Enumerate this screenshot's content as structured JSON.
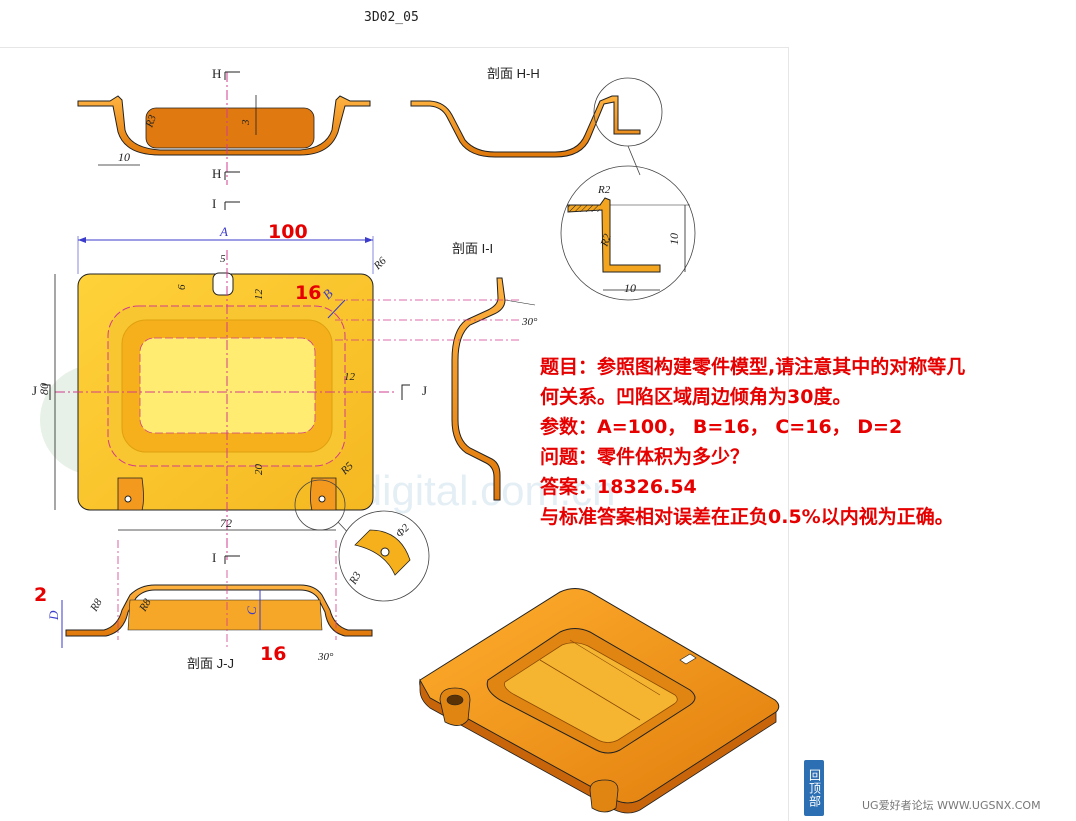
{
  "title": "3D02_05",
  "section_labels": {
    "hh": "剖面 H-H",
    "ii": "剖面 I-I",
    "jj": "剖面 J-J"
  },
  "cut_marks": {
    "h": "H",
    "i": "I",
    "j": "J"
  },
  "dimensions": {
    "a": "A",
    "b": "B",
    "c": "C",
    "d": "D",
    "r3": "R3",
    "three": "3",
    "ten": "10",
    "r2": "R2",
    "r6": "R6",
    "five": "5",
    "six": "6",
    "twelve": "12",
    "eighty": "80",
    "twenty": "20",
    "r5": "R5",
    "seventy_two": "72",
    "r8": "R8",
    "thirty_deg": "30°",
    "phi2": "Φ2"
  },
  "red_annotations": {
    "a_value": "100",
    "b_value": "16",
    "c_value": "16",
    "d_value": "2"
  },
  "problem": {
    "line1": "题目：参照图构建零件模型,请注意其中的对称等几",
    "line2": "何关系。凹陷区域周边倾角为30度。",
    "line3": "参数：A=100， B=16， C=16， D=2",
    "line4": "问题：零件体积为多少？",
    "line5": "答案：18326.54",
    "line6": "与标准答案相对误差在正负0.5%以内视为正确。"
  },
  "watermark": "Cad digital.com.cn",
  "back_to_top": "回顶部",
  "footer": "UG爱好者论坛 WWW.UGSNX.COM",
  "colors": {
    "part_orange": "#f39a1e",
    "part_yellow": "#ffe45c",
    "annotation_red": "#e60000",
    "dim_blue": "#3b3bcc",
    "centerline": "#d23c8c"
  }
}
